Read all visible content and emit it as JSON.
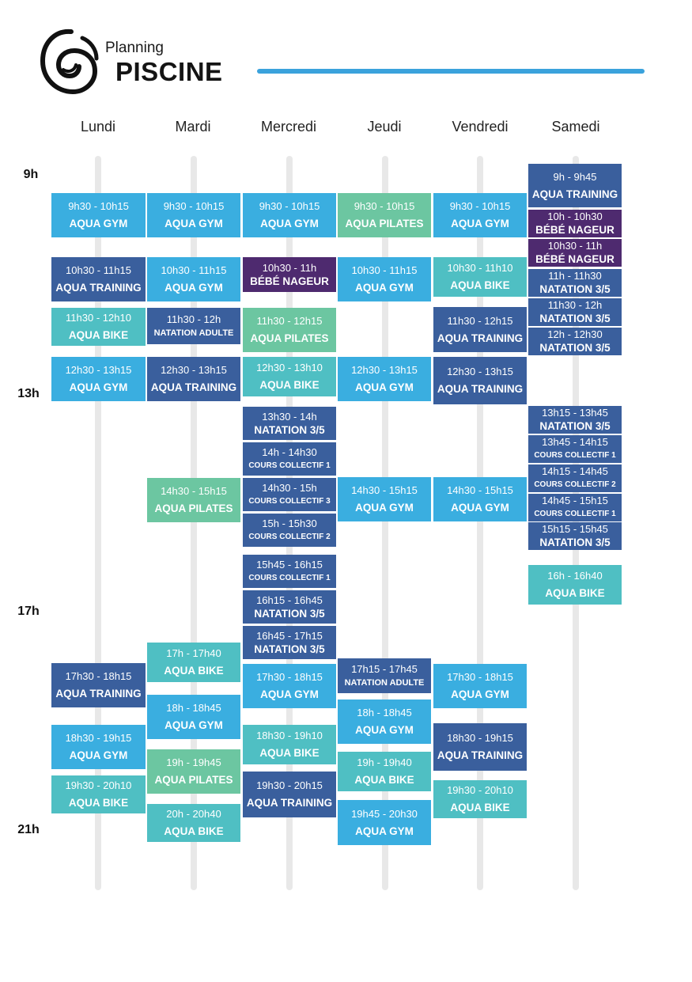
{
  "header": {
    "brand_top": "Planning",
    "brand_main": "PISCINE",
    "logo_icon": "swirl-logo-icon"
  },
  "colors": {
    "gym": "#3aaee0",
    "training": "#3a5f9d",
    "pilates": "#6cc6a1",
    "bike": "#4fbfc3",
    "nageur": "#4e2a6f",
    "natation": "#3a5f9d",
    "cours": "#3a5f9d",
    "adulte": "#3a5f9d",
    "rule": "#3aa2dc"
  },
  "days": [
    "Lundi",
    "Mardi",
    "Mercredi",
    "Jeudi",
    "Vendredi",
    "Samedi"
  ],
  "hours": [
    "9h",
    "13h",
    "17h",
    "21h"
  ],
  "schedule": [
    {
      "time": "9h30 - 10h15",
      "name": "AQUA GYM"
    },
    {
      "time": "10h30 - 11h15",
      "name": "AQUA TRAINING"
    },
    {
      "time": "11h30 - 12h10",
      "name": "AQUA BIKE"
    },
    {
      "time": "12h30 - 13h15",
      "name": "AQUA GYM"
    },
    {
      "time": "17h30 - 18h15",
      "name": "AQUA TRAINING"
    },
    {
      "time": "18h30 - 19h15",
      "name": "AQUA GYM"
    },
    {
      "time": "19h30 - 20h10",
      "name": "AQUA BIKE"
    },
    {
      "time": "9h30 - 10h15",
      "name": "AQUA GYM"
    },
    {
      "time": "10h30 - 11h15",
      "name": "AQUA GYM"
    },
    {
      "time": "11h30 - 12h",
      "name": "NATATION ADULTE"
    },
    {
      "time": "12h30 - 13h15",
      "name": "AQUA TRAINING"
    },
    {
      "time": "14h30 - 15h15",
      "name": "AQUA PILATES"
    },
    {
      "time": "17h - 17h40",
      "name": "AQUA BIKE"
    },
    {
      "time": "18h - 18h45",
      "name": "AQUA GYM"
    },
    {
      "time": "19h - 19h45",
      "name": "AQUA PILATES"
    },
    {
      "time": "20h - 20h40",
      "name": "AQUA BIKE"
    },
    {
      "time": "9h30 - 10h15",
      "name": "AQUA GYM"
    },
    {
      "time": "10h30 - 11h",
      "name": "BÉBÉ NAGEUR"
    },
    {
      "time": "11h30 - 12h15",
      "name": "AQUA PILATES"
    },
    {
      "time": "12h30 - 13h10",
      "name": "AQUA BIKE"
    },
    {
      "time": "13h30 - 14h",
      "name": "NATATION 3/5"
    },
    {
      "time": "14h - 14h30",
      "name": "COURS COLLECTIF 1"
    },
    {
      "time": "14h30 - 15h",
      "name": "COURS COLLECTIF 3"
    },
    {
      "time": "15h - 15h30",
      "name": "COURS COLLECTIF 2"
    },
    {
      "time": "15h45 - 16h15",
      "name": "COURS COLLECTIF 1"
    },
    {
      "time": "16h15 - 16h45",
      "name": "NATATION 3/5"
    },
    {
      "time": "16h45 - 17h15",
      "name": "NATATION 3/5"
    },
    {
      "time": "17h30 - 18h15",
      "name": "AQUA GYM"
    },
    {
      "time": "18h30 - 19h10",
      "name": "AQUA BIKE"
    },
    {
      "time": "19h30 - 20h15",
      "name": "AQUA TRAINING"
    },
    {
      "time": "9h30 - 10h15",
      "name": "AQUA PILATES"
    },
    {
      "time": "10h30 - 11h15",
      "name": "AQUA GYM"
    },
    {
      "time": "12h30 - 13h15",
      "name": "AQUA GYM"
    },
    {
      "time": "14h30 - 15h15",
      "name": "AQUA GYM"
    },
    {
      "time": "17h15 - 17h45",
      "name": "NATATION ADULTE"
    },
    {
      "time": "18h - 18h45",
      "name": "AQUA GYM"
    },
    {
      "time": "19h - 19h40",
      "name": "AQUA BIKE"
    },
    {
      "time": "19h45 - 20h30",
      "name": "AQUA GYM"
    },
    {
      "time": "9h30 - 10h15",
      "name": "AQUA GYM"
    },
    {
      "time": "10h30 - 11h10",
      "name": "AQUA BIKE"
    },
    {
      "time": "11h30 - 12h15",
      "name": "AQUA TRAINING"
    },
    {
      "time": "12h30 - 13h15",
      "name": "AQUA TRAINING"
    },
    {
      "time": "14h30 - 15h15",
      "name": "AQUA GYM"
    },
    {
      "time": "17h30 - 18h15",
      "name": "AQUA GYM"
    },
    {
      "time": "18h30 - 19h15",
      "name": "AQUA TRAINING"
    },
    {
      "time": "19h30 - 20h10",
      "name": "AQUA BIKE"
    },
    {
      "time": "9h - 9h45",
      "name": "AQUA TRAINING"
    },
    {
      "time": "10h - 10h30",
      "name": "BÉBÉ NAGEUR"
    },
    {
      "time": "10h30 - 11h",
      "name": "BÉBÉ NAGEUR"
    },
    {
      "time": "11h - 11h30",
      "name": "NATATION 3/5"
    },
    {
      "time": "11h30 - 12h",
      "name": "NATATION 3/5"
    },
    {
      "time": "12h - 12h30",
      "name": "NATATION 3/5"
    },
    {
      "time": "13h15 - 13h45",
      "name": "NATATION 3/5"
    },
    {
      "time": "13h45 - 14h15",
      "name": "COURS COLLECTIF 1"
    },
    {
      "time": "14h15 - 14h45",
      "name": "COURS COLLECTIF 2"
    },
    {
      "time": "14h45 - 15h15",
      "name": "COURS COLLECTIF 1"
    },
    {
      "time": "15h15 - 15h45",
      "name": "NATATION 3/5"
    },
    {
      "time": "16h - 16h40",
      "name": "AQUA BIKE"
    }
  ]
}
